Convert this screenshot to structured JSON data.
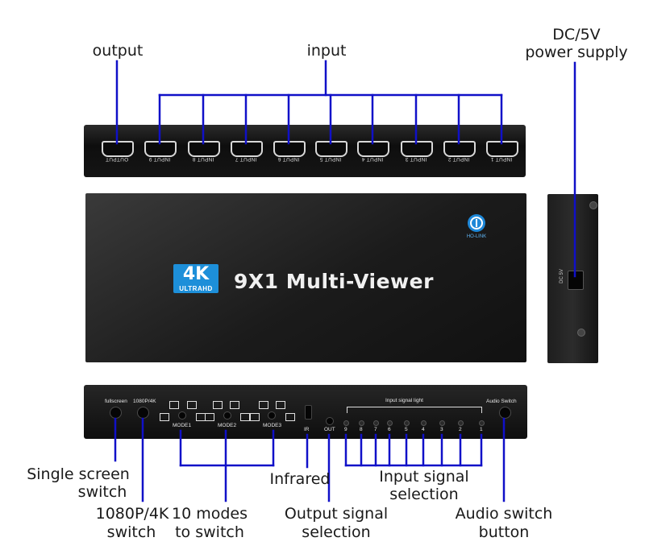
{
  "labels": {
    "output": "output",
    "input": "input",
    "dc_line1": "DC/5V",
    "dc_line2": "power supply",
    "single_line1": "Single screen",
    "single_line2": "switch",
    "res_line1": "1080P/4K",
    "res_line2": "switch",
    "modes_line1": "10 modes",
    "modes_line2": "to switch",
    "infrared": "Infrared",
    "outsel_line1": "Output signal",
    "outsel_line2": "selection",
    "insel_line1": "Input signal",
    "insel_line2": "selection",
    "audio_line1": "Audio switch",
    "audio_line2": "button"
  },
  "rear_ports": [
    "OUTPUT",
    "INPUT 9",
    "INPUT 8",
    "INPUT 7",
    "INPUT 6",
    "INPUT 5",
    "INPUT 4",
    "INPUT 3",
    "INPUT 2",
    "INPUT 1"
  ],
  "device": {
    "badge_main": "4K",
    "badge_sub": "ULTRAHD",
    "title": "9X1 Multi-Viewer",
    "brand": "HO-LINK",
    "side_port": "DC 5V"
  },
  "front_panel": {
    "fullscreen": "fullscreen",
    "res": "1080P/4K",
    "mode1": "MODE1",
    "mode2": "MODE2",
    "mode3": "MODE3",
    "ir": "IR",
    "out": "OUT",
    "input_light": "Input signal light",
    "audio_switch": "Audio Switch",
    "inputs": [
      "9",
      "8",
      "7",
      "6",
      "5",
      "4",
      "3",
      "2",
      "1"
    ]
  },
  "colors": {
    "callout_line": "#1010c8",
    "badge": "#1d8fd9"
  }
}
